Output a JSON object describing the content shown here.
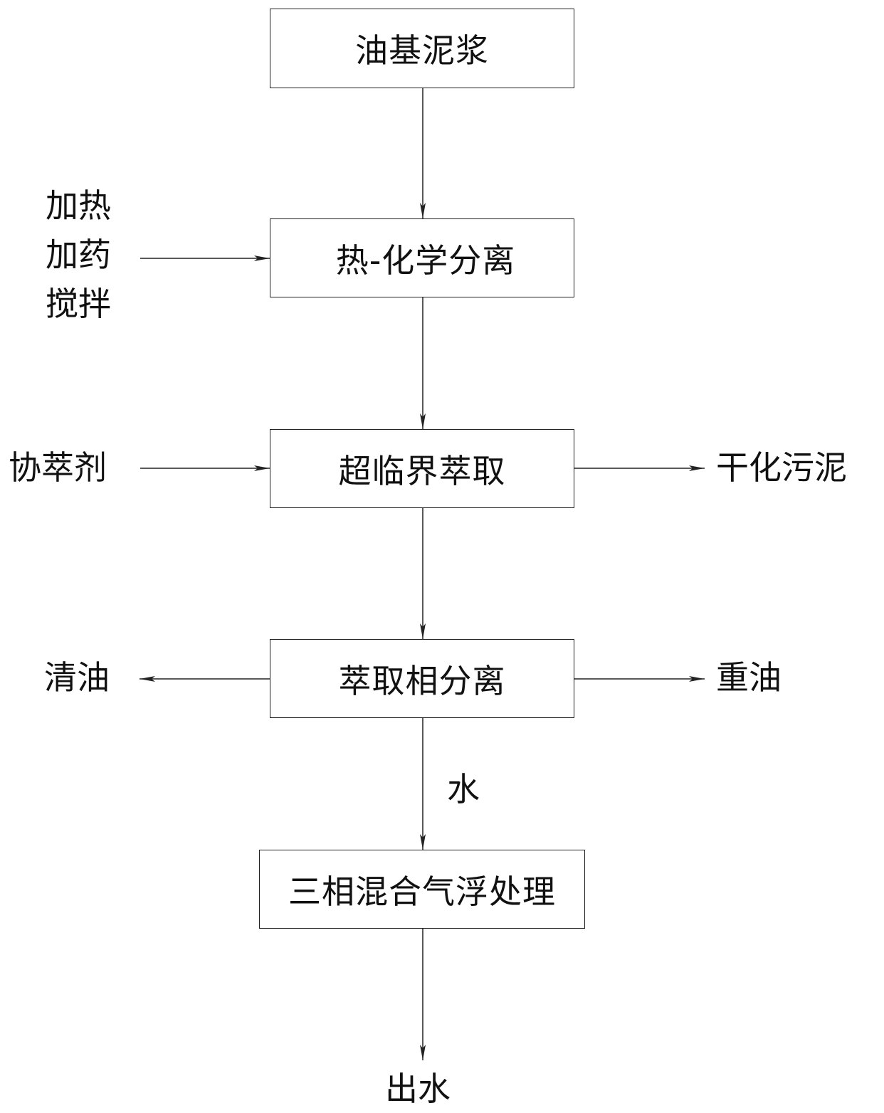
{
  "nodes": {
    "oil_mud": "油基泥浆",
    "thermo_chem": "热-化学分离",
    "supercritical": "超临界萃取",
    "phase_sep": "萃取相分离",
    "flotation": "三相混合气浮处理"
  },
  "inputs": {
    "heat_dose_stir": [
      "加热",
      "加药",
      "搅拌"
    ],
    "co_solvent": "协萃剂"
  },
  "outputs": {
    "dried_sludge": "干化污泥",
    "clear_oil": "清油",
    "heavy_oil": "重油",
    "water_edge": "水",
    "effluent": "出水"
  }
}
